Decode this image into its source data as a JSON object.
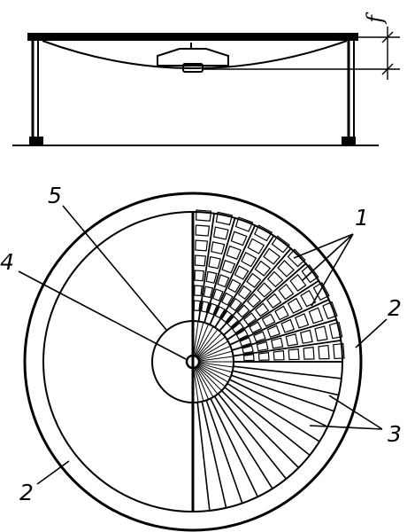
{
  "dimension_label": "f",
  "callouts": [
    {
      "id": "callout-1",
      "text": "1"
    },
    {
      "id": "callout-2-right",
      "text": "2"
    },
    {
      "id": "callout-2-left",
      "text": "2"
    },
    {
      "id": "callout-3",
      "text": "3"
    },
    {
      "id": "callout-4",
      "text": "4"
    },
    {
      "id": "callout-5",
      "text": "5"
    }
  ]
}
